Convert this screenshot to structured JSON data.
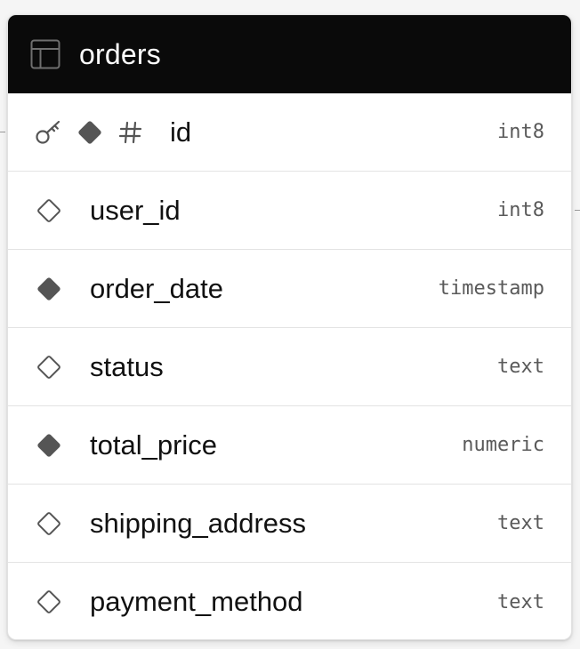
{
  "table": {
    "name": "orders",
    "columns": [
      {
        "name": "id",
        "type": "int8",
        "primary_key": true,
        "nullable": false,
        "identity": true
      },
      {
        "name": "user_id",
        "type": "int8",
        "primary_key": false,
        "nullable": true,
        "identity": false
      },
      {
        "name": "order_date",
        "type": "timestamp",
        "primary_key": false,
        "nullable": false,
        "identity": false
      },
      {
        "name": "status",
        "type": "text",
        "primary_key": false,
        "nullable": true,
        "identity": false
      },
      {
        "name": "total_price",
        "type": "numeric",
        "primary_key": false,
        "nullable": false,
        "identity": false
      },
      {
        "name": "shipping_address",
        "type": "text",
        "primary_key": false,
        "nullable": true,
        "identity": false
      },
      {
        "name": "payment_method",
        "type": "text",
        "primary_key": false,
        "nullable": true,
        "identity": false
      }
    ]
  },
  "icons": {
    "header": "table-icon",
    "primary_key": "key-icon",
    "not_null": "filled-diamond-icon",
    "nullable": "outline-diamond-icon",
    "identity": "hash-icon"
  },
  "colors": {
    "header_bg": "#0a0a0a",
    "header_text": "#ffffff",
    "icon": "#555555",
    "type_text": "#5a5a5a"
  }
}
